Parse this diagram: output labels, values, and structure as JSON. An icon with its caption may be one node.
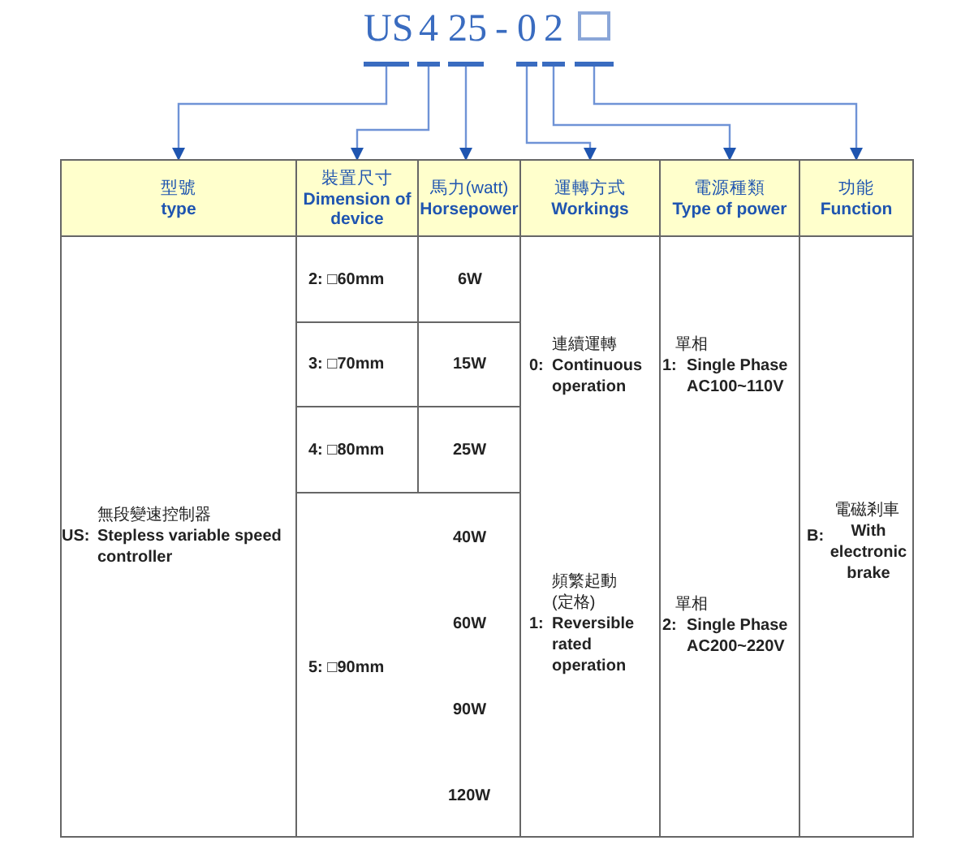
{
  "diagram": {
    "nodes": [
      {
        "text": [
          "US"
        ]
      },
      {
        "text": [
          "4"
        ]
      },
      {
        "text": [
          "25"
        ]
      },
      {
        "text": [
          "0"
        ]
      },
      {
        "text": [
          "2"
        ]
      },
      {
        "text": [],
        "shape": "box"
      },
      {
        "text": [
          "型號",
          "type"
        ]
      },
      {
        "text": [
          "裝置尺寸",
          "Dimension of device"
        ]
      },
      {
        "text": [
          "馬力(watt)",
          "Horsepower"
        ]
      },
      {
        "text": [
          "運轉方式",
          "Workings"
        ]
      },
      {
        "text": [
          "電源種類",
          "Type of power"
        ]
      },
      {
        "text": [
          "功能",
          "Function"
        ]
      }
    ],
    "edges": [
      {
        "from": 0,
        "to": 6,
        "arrow": "to"
      },
      {
        "from": 1,
        "to": 7,
        "arrow": "to"
      },
      {
        "from": 2,
        "to": 8,
        "arrow": "to"
      },
      {
        "from": 3,
        "to": 9,
        "arrow": "to"
      },
      {
        "from": 4,
        "to": 10,
        "arrow": "to"
      },
      {
        "from": 5,
        "to": 11,
        "arrow": "to"
      }
    ],
    "labels": [
      "-",
      "無段變速控制器",
      "US:",
      "Stepless variable speed controller",
      "2: □60mm",
      "6W",
      "3: □70mm",
      "15W",
      "4: □80mm",
      "25W",
      "40W",
      "60W",
      "5: □90mm",
      "90W",
      "120W",
      "連續運轉",
      "0:",
      "Continuous operation",
      "頻繁起動",
      "(定格)",
      "1:",
      "Reversible rated operation",
      "單相",
      "1:",
      "Single Phase",
      "AC100~110V",
      "單相",
      "2:",
      "Single Phase",
      "AC200~220V",
      "電磁剎車",
      "B:",
      "With electronic brake"
    ]
  }
}
